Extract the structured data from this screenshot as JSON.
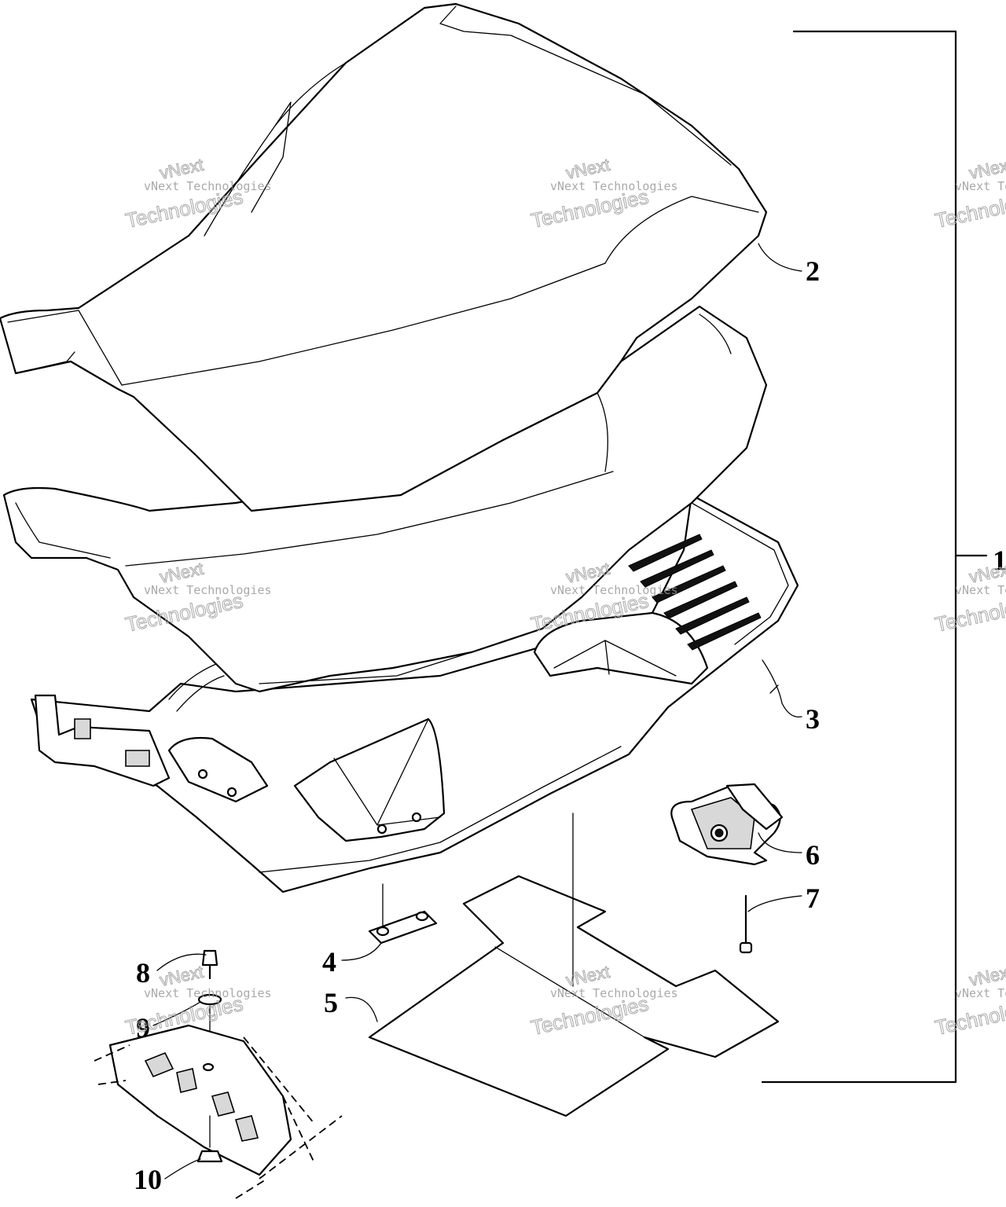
{
  "callouts": {
    "c1": "1",
    "c2": "2",
    "c3": "3",
    "c4": "4",
    "c5": "5",
    "c6": "6",
    "c7": "7",
    "c8": "8",
    "c9": "9",
    "c10": "10"
  },
  "watermark": {
    "brand": "vNext",
    "line": "vNext Technologies",
    "big": "Technologies"
  }
}
